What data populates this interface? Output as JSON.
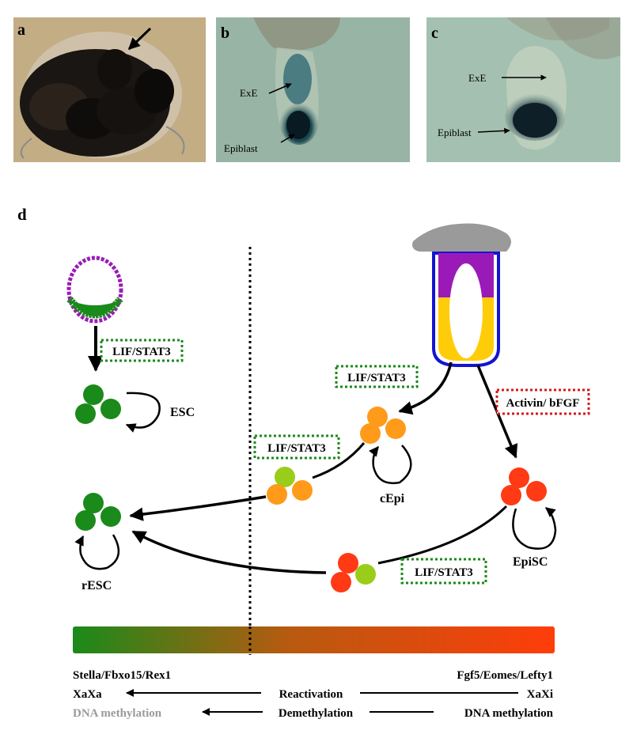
{
  "panels": {
    "a": {
      "letter": "a"
    },
    "b": {
      "letter": "b",
      "exe": "ExE",
      "epiblast": "Epiblast"
    },
    "c": {
      "letter": "c",
      "exe": "ExE",
      "epiblast": "Epiblast"
    },
    "d": {
      "letter": "d"
    }
  },
  "diagram": {
    "lif_labels": [
      "LIF/STAT3",
      "LIF/STAT3",
      "LIF/STAT3",
      "LIF/STAT3"
    ],
    "activin_label": "Activin/ bFGF",
    "cell_labels": {
      "esc": "ESC",
      "cepi": "cEpi",
      "episc": "EpiSC",
      "resc": "rESC"
    }
  },
  "gradient_bar": {
    "from_color": "#1a8a1a",
    "to_color": "#ff3d0a"
  },
  "bottom": {
    "left_markers": "Stella/Fbxo15/Rex1",
    "right_markers": "Fgf5/Eomes/Lefty1",
    "left_x": "XaXa",
    "center_x": "Reactivation",
    "right_x": "XaXi",
    "left_dna": "DNA methylation",
    "center_dna": "Demethylation",
    "right_dna": "DNA  methylation"
  },
  "colors": {
    "green": "#1a8a1a",
    "orange": "#ff9a1a",
    "red": "#ff3a14",
    "lime": "#9acd1a",
    "purple": "#9a1ab8",
    "yellow": "#ffcc0a",
    "blue": "#1414d2",
    "gray": "#9a9a9a"
  }
}
